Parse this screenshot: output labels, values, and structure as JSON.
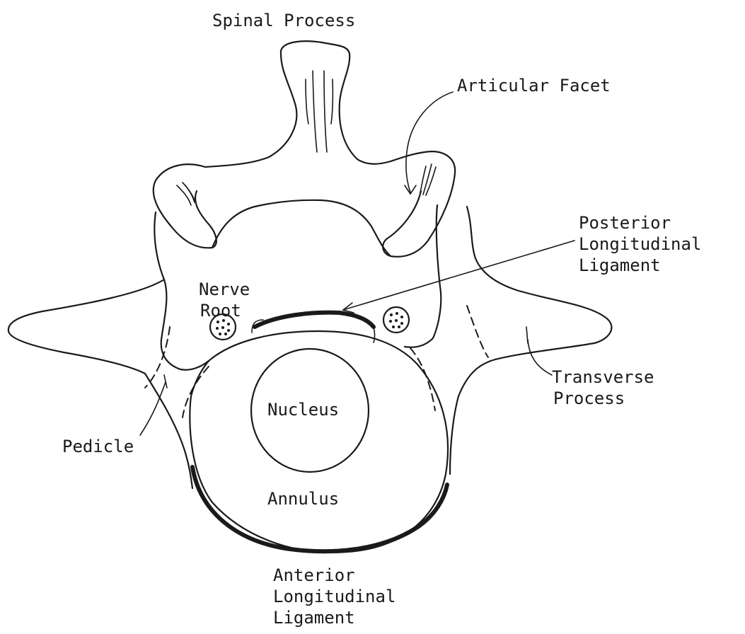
{
  "labels": {
    "spinal_process": "Spinal Process",
    "articular_facet": "Articular Facet",
    "posterior_longitudinal_ligament": [
      "Posterior",
      "Longitudinal",
      "Ligament"
    ],
    "nerve_root": [
      "Nerve",
      "Root"
    ],
    "transverse_process": [
      "Transverse",
      "Process"
    ],
    "nucleus": "Nucleus",
    "pedicle": "Pedicle",
    "annulus": "Annulus",
    "anterior_longitudinal_ligament": [
      "Anterior",
      "Longitudinal",
      "Ligament"
    ]
  },
  "colors": {
    "ink": "#1a1a1a",
    "paper": "#ffffff"
  }
}
